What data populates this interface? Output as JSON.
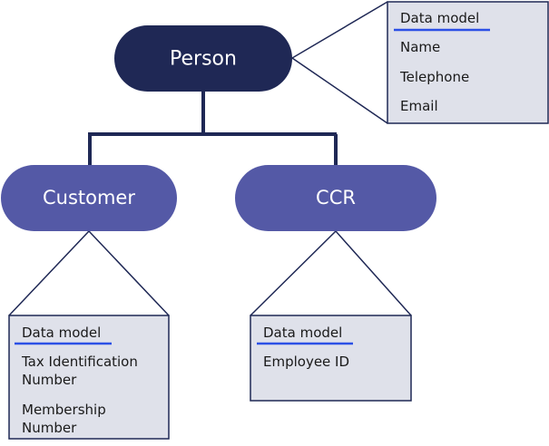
{
  "colors": {
    "root_node": "#1f2855",
    "child_node": "#5459a6",
    "connector": "#1f2855",
    "callout_fill": "#dfe1ea",
    "callout_stroke": "#1f2855",
    "underline": "#2b50e6"
  },
  "nodes": {
    "person": {
      "label": "Person"
    },
    "customer": {
      "label": "Customer"
    },
    "ccr": {
      "label": "CCR"
    }
  },
  "callouts": {
    "person": {
      "title": "Data model",
      "items": [
        "Name",
        "Telephone",
        "Email"
      ]
    },
    "customer": {
      "title": "Data model",
      "items": [
        "Tax Identification",
        "Number",
        "Membership",
        "Number"
      ]
    },
    "ccr": {
      "title": "Data model",
      "items": [
        "Employee ID"
      ]
    }
  }
}
